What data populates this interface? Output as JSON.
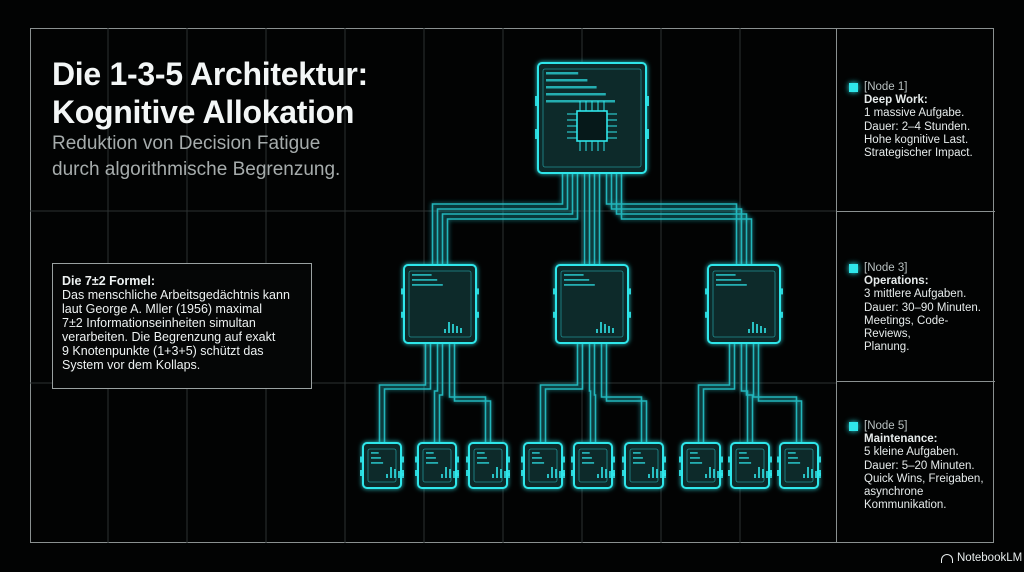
{
  "title_line1": "Die 1-3-5 Architektur:",
  "title_line2": "Kognitive Allokation",
  "subtitle_line1": "Reduktion von Decision Fatigue",
  "subtitle_line2": "durch algorithmische Begrenzung.",
  "formula": {
    "title": "Die 7±2 Formel:",
    "lines": [
      "Das menschliche Arbeitsgedächtnis kann",
      "laut George A. Mller (1956) maximal",
      "7±2 Informationseinheiten simultan",
      "verarbeiten. Die Begrenzung auf exakt",
      "9 Knotenpunkte (1+3+5) schützt das",
      "System vor dem Kollaps."
    ]
  },
  "panels": [
    {
      "tag": "[Node 1]",
      "label": "Deep Work:",
      "lines": [
        "1 massive Aufgabe.",
        "Dauer: 2–4 Stunden.",
        "Hohe kognitive Last.",
        "Strategischer Impact."
      ]
    },
    {
      "tag": "[Node 3]",
      "label": "Operations:",
      "lines": [
        "3 mittlere Aufgaben.",
        "Dauer: 30–90 Minuten.",
        "Meetings, Code-Reviews,",
        "Planung."
      ]
    },
    {
      "tag": "[Node 5]",
      "label": "Maintenance:",
      "lines": [
        "5 kleine Aufgaben.",
        "Dauer: 5–20 Minuten.",
        "Quick Wins, Freigaben,",
        "asynchrone",
        "Kommunikation."
      ]
    }
  ],
  "brand": "NotebookLM",
  "colors": {
    "accent": "#2fe6ea",
    "node_fill": "#0b2a2c",
    "background": "#020303"
  },
  "icons": {
    "node_icon": "circuit-chip-icon",
    "brand_icon": "notebooklm-logo-icon"
  }
}
